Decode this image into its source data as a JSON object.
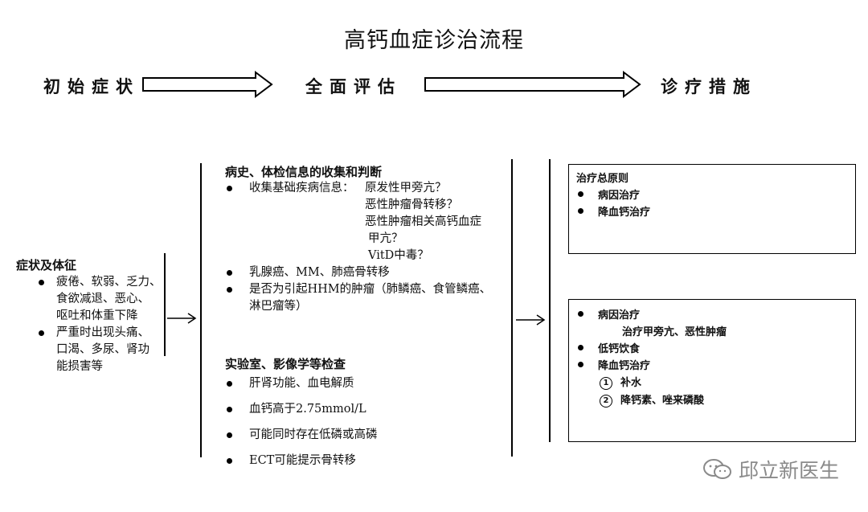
{
  "title": "高钙血症诊治流程",
  "stages": [
    "初始症状",
    "全面评估",
    "诊疗措施"
  ],
  "symptoms": {
    "heading": "症状及体征",
    "items": [
      [
        "疲倦、软弱、乏力、",
        "食欲减退、恶心、",
        "呕吐和体重下降"
      ],
      [
        "严重时出现头痛、",
        "口渴、多尿、肾功",
        "能损害等"
      ]
    ]
  },
  "history": {
    "heading": "病史、体检信息的收集和判断",
    "item1_label": "收集基础疾病信息：",
    "item1_lines": [
      "原发性甲旁亢？",
      "恶性肿瘤骨转移？",
      "恶性肿瘤相关高钙血症",
      "甲亢？",
      "VitD中毒？"
    ],
    "item2": "乳腺癌、MM、肺癌骨转移",
    "item3_lines": [
      "是否为引起HHM的肿瘤（肺鳞癌、食管鳞癌、",
      "淋巴瘤等）"
    ]
  },
  "lab": {
    "heading": "实验室、影像学等检查",
    "items": [
      "肝肾功能、血电解质",
      "血钙高于2.75mmol/L",
      "可能同时存在低磷或高磷",
      "ECT可能提示骨转移"
    ]
  },
  "principle": {
    "heading": "治疗总原则",
    "items": [
      "病因治疗",
      "降血钙治疗"
    ]
  },
  "treatment": {
    "item1": "病因治疗",
    "item1_sub": "治疗甲旁亢、恶性肿瘤",
    "item2": "低钙饮食",
    "item3": "降血钙治疗",
    "sub_items": [
      {
        "num": "1",
        "text": "补水"
      },
      {
        "num": "2",
        "text": "降钙素、唑来磷酸"
      }
    ]
  },
  "watermark": "邱立新医生"
}
